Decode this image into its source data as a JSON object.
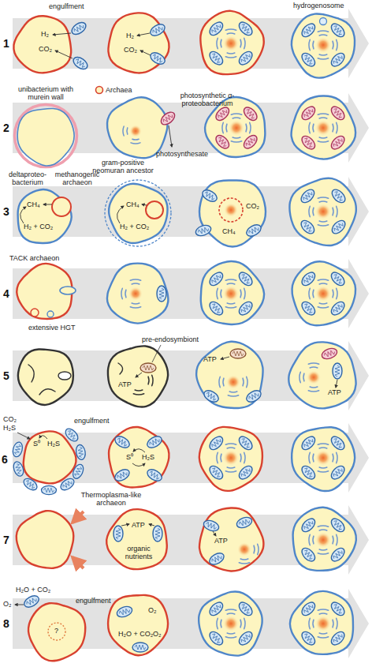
{
  "diagram": {
    "labels": [
      "1",
      "engulfment",
      "H₂",
      "CO₂",
      "H₂",
      "CO₂",
      "hydrogenosome",
      "2",
      "unibacterium with murein wall",
      "Archaea",
      "photosynthetic α-proteobacterium",
      "photosynthesate",
      "gram-positive neomuran ancestor",
      "3",
      "deltaproteo-bacterium",
      "methanogenic archaeon",
      "CH₄",
      "H₂ + CO₂",
      "CH₄",
      "H₂ + CO₂",
      "CO₂",
      "CH₄",
      "4",
      "TACK archaeon",
      "extensive HGT",
      "5",
      "pre-endosymbiont",
      "ATP",
      "ATP",
      "ATP",
      "6",
      "CO₂",
      "H₂S",
      "S⁰",
      "H₂S",
      "engulfment",
      "Thermoplasma-like archaeon",
      "S⁰",
      "H₂S",
      "7",
      "ATP",
      "organic nutrients",
      "ATP",
      "8",
      "H₂O + CO₂",
      "O₂",
      "engulfment",
      "?",
      "O₂",
      "H₂O + CO₂",
      "O₂"
    ]
  }
}
